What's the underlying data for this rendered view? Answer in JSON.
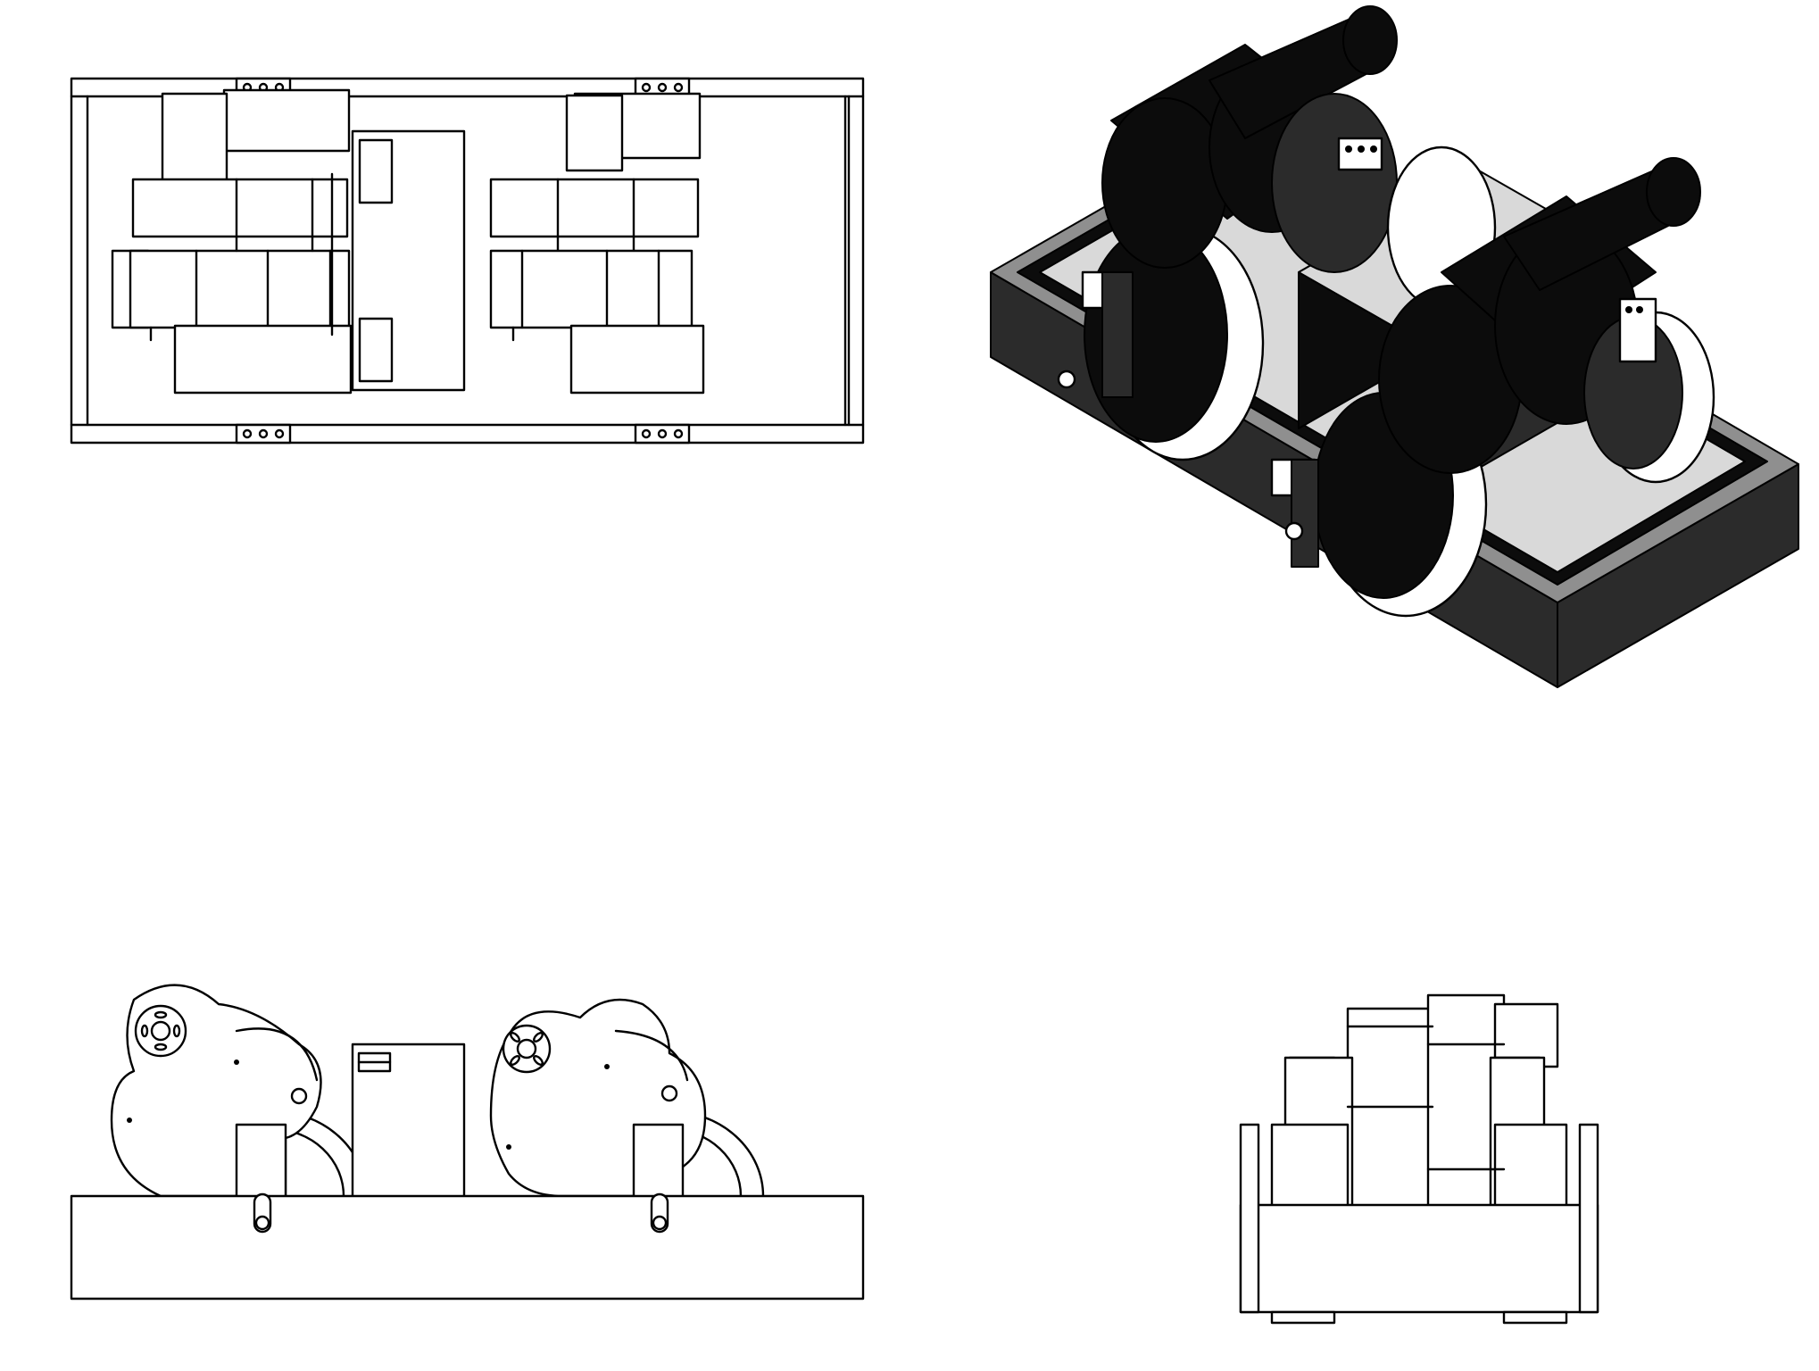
{
  "views": [
    {
      "id": "top",
      "kind": "orthographic-top"
    },
    {
      "id": "iso",
      "kind": "isometric-shaded"
    },
    {
      "id": "front",
      "kind": "orthographic-front"
    },
    {
      "id": "side",
      "kind": "orthographic-side"
    }
  ],
  "colors": {
    "line": "#000000",
    "background": "#ffffff",
    "shade_dark": "#0c0c0c",
    "shade_mid": "#8f8f8f",
    "shade_light": "#d9d9d9"
  }
}
